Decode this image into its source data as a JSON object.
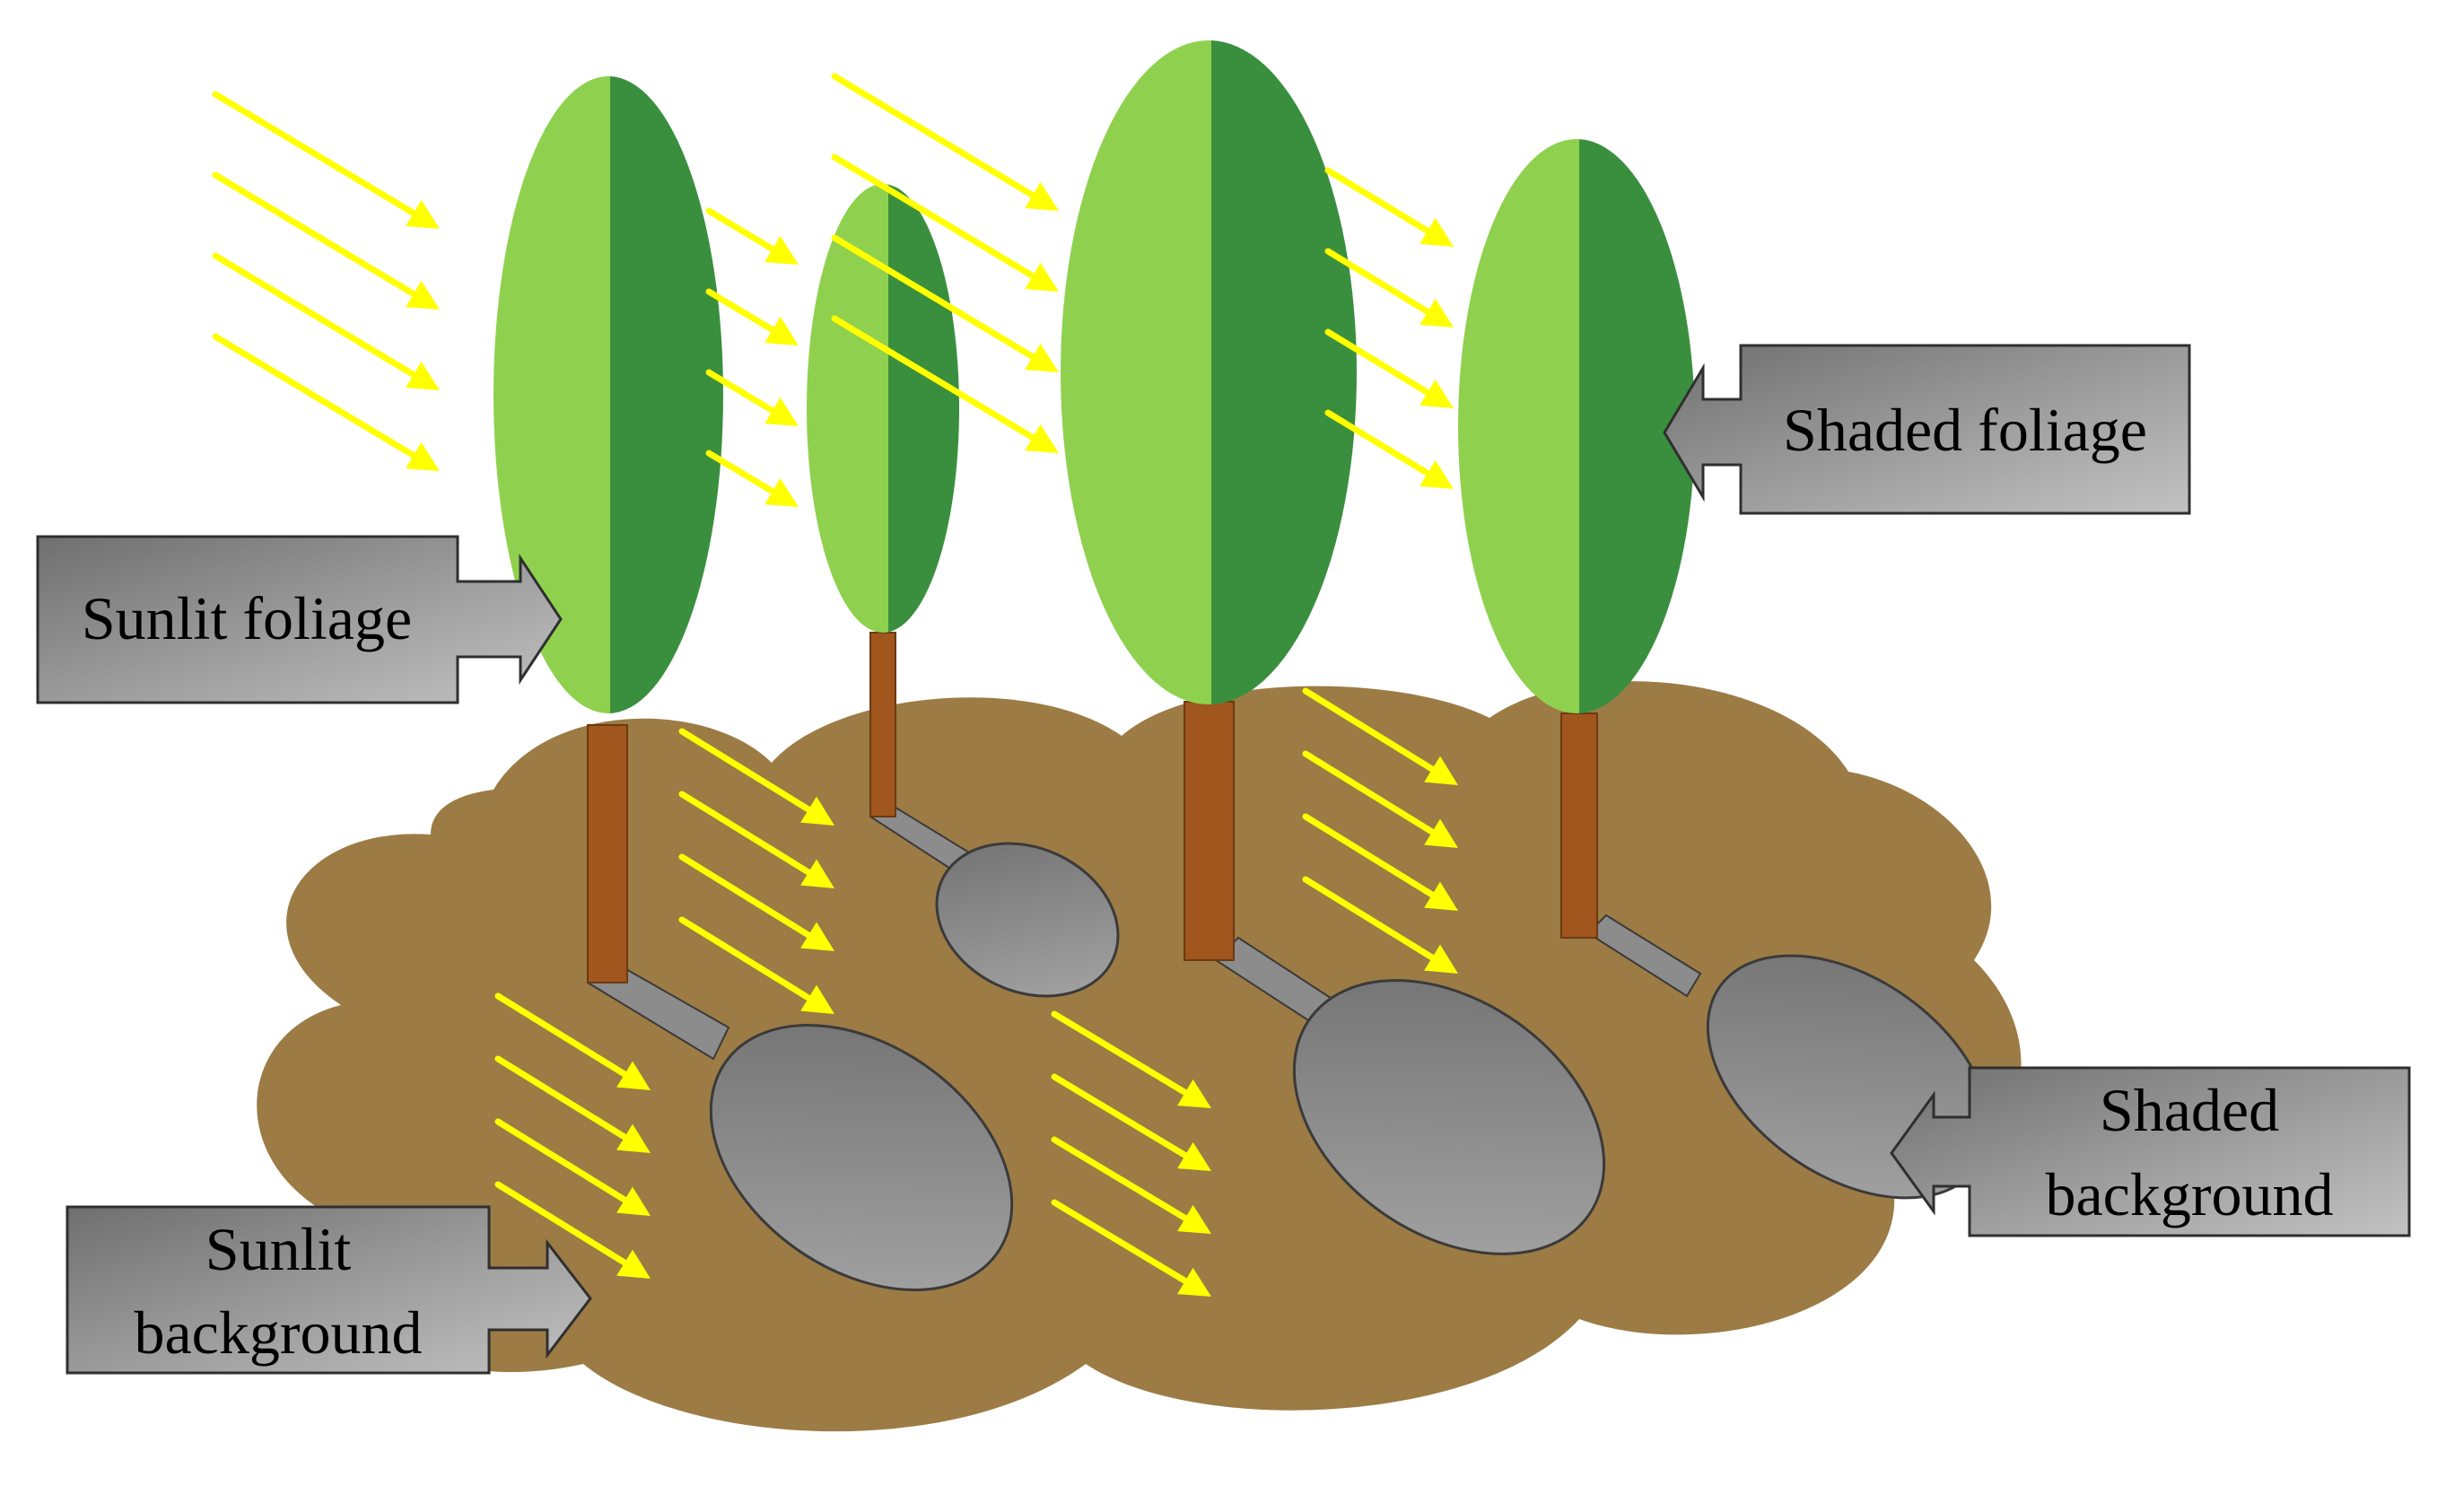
{
  "labels": {
    "sunlit_foliage": "Sunlit foliage",
    "shaded_foliage": "Shaded foliage",
    "sunlit_background_line1": "Sunlit",
    "sunlit_background_line2": "background",
    "shaded_background_line1": "Shaded",
    "shaded_background_line2": "background"
  },
  "colors": {
    "ground": "#9c7b45",
    "foliage_sunlit": "#8fd14f",
    "foliage_shaded": "#3a8f3f",
    "trunk": "#a0561c",
    "shadow": "#8c8c8c",
    "sun_ray": "#ffff00",
    "callout_box": "#8a8a8a"
  },
  "icons": {
    "ray": "sun-ray-arrow",
    "callout": "callout-arrow-box"
  }
}
